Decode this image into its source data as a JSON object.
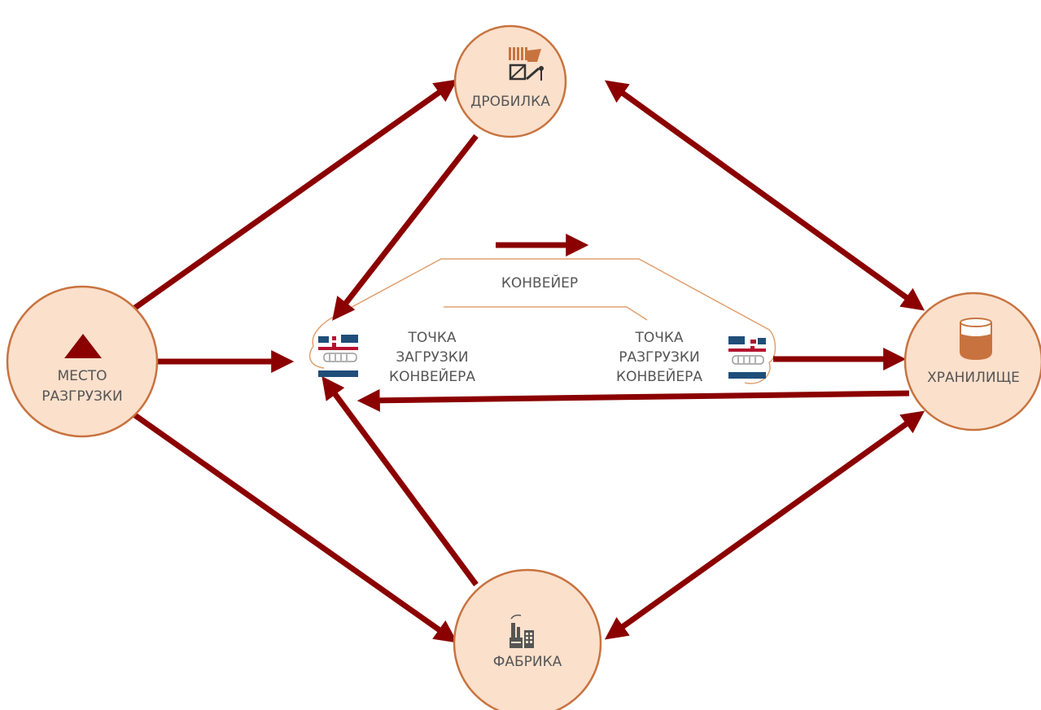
{
  "nodes": {
    "crusher": {
      "label": "ДРОБИЛКА",
      "icon": "crusher-icon"
    },
    "unloading": {
      "label_line1": "МЕСТО",
      "label_line2": "РАЗГРУЗКИ",
      "icon": "triangle-icon"
    },
    "storage": {
      "label": "ХРАНИЛИЩЕ",
      "icon": "tank-icon"
    },
    "factory": {
      "label": "ФАБРИКА",
      "icon": "factory-icon"
    }
  },
  "conveyor": {
    "label": "КОНВЕЙЕР",
    "loading_point": {
      "line1": "ТОЧКА",
      "line2": "ЗАГРУЗКИ",
      "line3": "КОНВЕЙЕРА",
      "icon": "conveyor-icon"
    },
    "unloading_point": {
      "line1": "ТОЧКА",
      "line2": "РАЗГРУЗКИ",
      "line3": "КОНВЕЙЕРА",
      "icon": "conveyor-icon"
    }
  },
  "colors": {
    "node_fill": "#fbe0cc",
    "node_stroke": "#c8733f",
    "arrow": "#8b0000",
    "text": "#555555"
  }
}
